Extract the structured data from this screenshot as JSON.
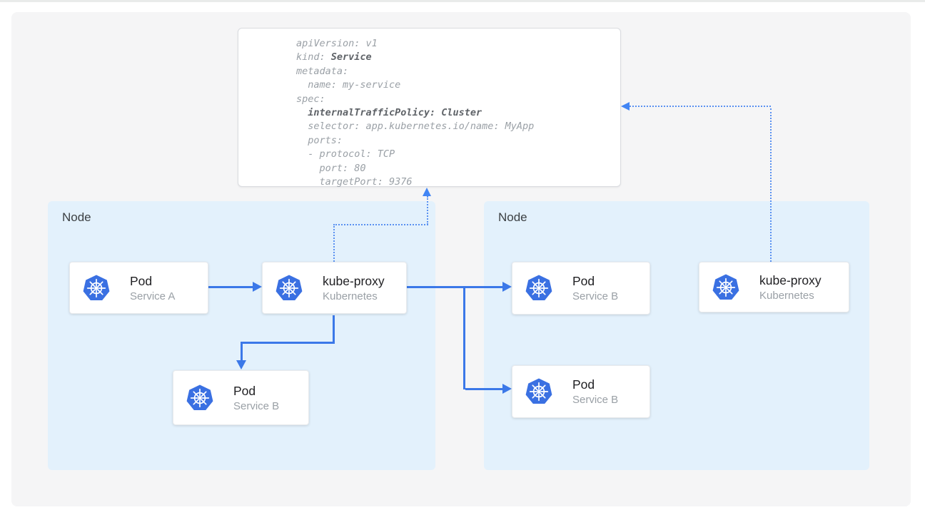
{
  "colors": {
    "canvas_bg": "#f5f5f6",
    "node_fill": "#e3f1fc",
    "solid_arrow": "#3b78e8",
    "dotted_arrow": "#5a91f1",
    "kubernetes_blue": "#3a70e2",
    "code_regular": "#9aa0a6",
    "code_bold": "#5f6368"
  },
  "yaml_panel": {
    "lines": [
      {
        "pre": "apiVersion: v1",
        "bold": "",
        "post": ""
      },
      {
        "pre": "kind: ",
        "bold": "Service",
        "post": ""
      },
      {
        "pre": "metadata:",
        "bold": "",
        "post": ""
      },
      {
        "pre": "  name: my-service",
        "bold": "",
        "post": ""
      },
      {
        "pre": "spec:",
        "bold": "",
        "post": ""
      },
      {
        "pre": "  ",
        "bold": "internalTrafficPolicy: Cluster",
        "post": ""
      },
      {
        "pre": "  selector: app.kubernetes.io/name: MyApp",
        "bold": "",
        "post": ""
      },
      {
        "pre": "  ports:",
        "bold": "",
        "post": ""
      },
      {
        "pre": "  - protocol: TCP",
        "bold": "",
        "post": ""
      },
      {
        "pre": "    port: 80",
        "bold": "",
        "post": ""
      },
      {
        "pre": "    targetPort: 9376",
        "bold": "",
        "post": ""
      }
    ]
  },
  "nodes": [
    {
      "label": "Node"
    },
    {
      "label": "Node"
    }
  ],
  "cards": [
    {
      "title": "Pod",
      "subtitle": "Service A"
    },
    {
      "title": "kube-proxy",
      "subtitle": "Kubernetes"
    },
    {
      "title": "Pod",
      "subtitle": "Service B"
    },
    {
      "title": "Pod",
      "subtitle": "Service B"
    },
    {
      "title": "Pod",
      "subtitle": "Service B"
    },
    {
      "title": "kube-proxy",
      "subtitle": "Kubernetes"
    }
  ]
}
